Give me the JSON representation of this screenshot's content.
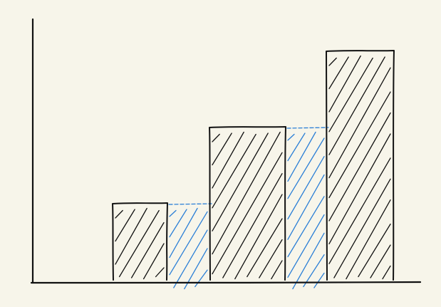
{
  "diagram": {
    "type": "bar",
    "bar_heights": [
      1,
      2,
      3
    ],
    "trapped_water": [
      {
        "between_bars": [
          1,
          2
        ],
        "level": 1
      },
      {
        "between_bars": [
          2,
          3
        ],
        "level": 2
      }
    ],
    "ink_color": "#111111",
    "water_color": "#2b7fd6",
    "background_color": "#f7f5ea"
  }
}
